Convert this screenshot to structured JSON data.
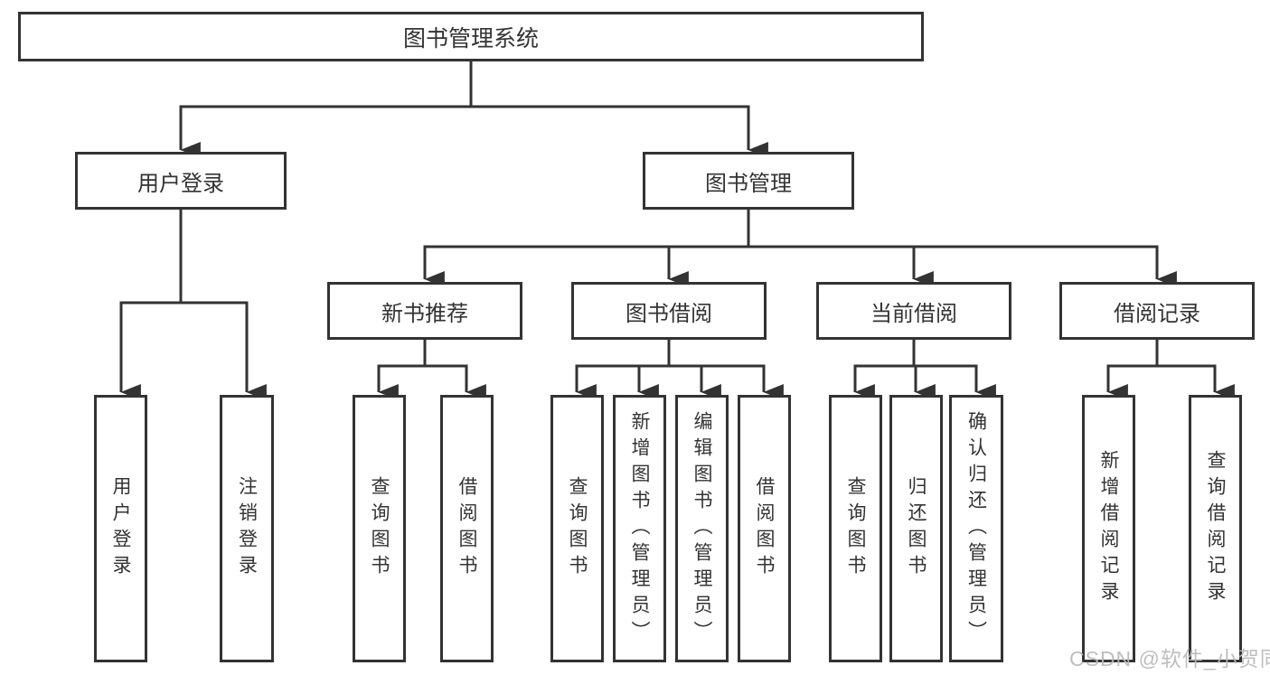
{
  "tree": {
    "root": "图书管理系统",
    "branches": [
      {
        "label": "用户登录",
        "children": [
          "用户登录",
          "注销登录"
        ]
      },
      {
        "label": "图书管理",
        "groups": [
          {
            "label": "新书推荐",
            "children": [
              "查询图书",
              "借阅图书"
            ]
          },
          {
            "label": "图书借阅",
            "children": [
              "查询图书",
              "新增图书（管理员）",
              "编辑图书（管理员）",
              "借阅图书"
            ]
          },
          {
            "label": "当前借阅",
            "children": [
              "查询图书",
              "归还图书",
              "确认归还（管理员）"
            ]
          },
          {
            "label": "借阅记录",
            "children": [
              "新增借阅记录",
              "查询借阅记录"
            ]
          }
        ]
      }
    ]
  },
  "watermark": {
    "text": "CSDN @软件_小贺同学"
  },
  "colors": {
    "line": "#333333",
    "box_border": "#333333",
    "text": "#333333",
    "watermark": "#b8b8b8",
    "background": "#ffffff"
  }
}
